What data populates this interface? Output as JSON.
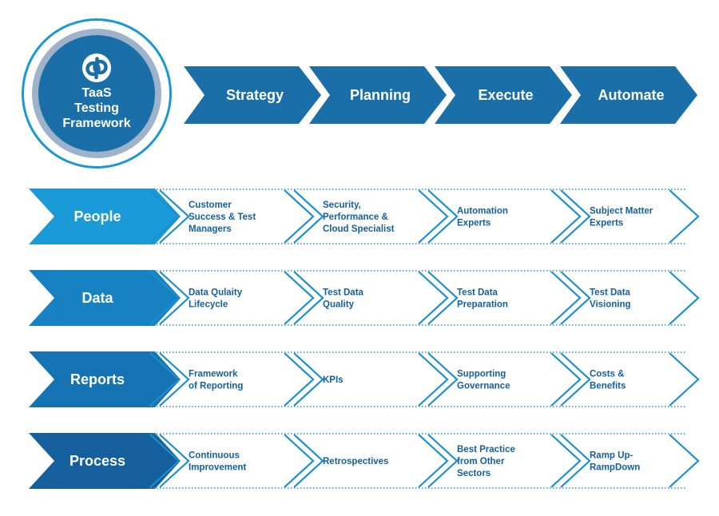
{
  "logo": {
    "icon": "dp-logo-icon",
    "title_lines": [
      "TaaS",
      "Testing",
      "Framework"
    ]
  },
  "phases": [
    "Strategy",
    "Planning",
    "Execute",
    "Automate"
  ],
  "rows": [
    {
      "label": "People",
      "color": "#1a9ad7",
      "items": [
        [
          "Customer",
          "Success & Test",
          "Managers"
        ],
        [
          "Security,",
          "Performance &",
          "Cloud Specialist"
        ],
        [
          "Automation",
          "Experts"
        ],
        [
          "Subject Matter",
          "Experts"
        ]
      ]
    },
    {
      "label": "Data",
      "color": "#1782c3",
      "items": [
        [
          "Data Qulaity",
          "Lifecycle"
        ],
        [
          "Test Data",
          "Quality"
        ],
        [
          "Test Data",
          "Preparation"
        ],
        [
          "Test Data",
          "Visioning"
        ]
      ]
    },
    {
      "label": "Reports",
      "color": "#1572b3",
      "items": [
        [
          "Framework",
          "of Reporting"
        ],
        [
          "KPIs"
        ],
        [
          "Supporting",
          "Governance"
        ],
        [
          "Costs &",
          "Benefits"
        ]
      ]
    },
    {
      "label": "Process",
      "color": "#145f9c",
      "items": [
        [
          "Continuous",
          "Improvement"
        ],
        [
          "Retrospectives"
        ],
        [
          "Best Practice",
          "from Other",
          "Sectors"
        ],
        [
          "Ramp Up-",
          "RampDown"
        ]
      ]
    }
  ],
  "colors": {
    "phase_fill": "#1a6fa9",
    "item_text": "#145f9c",
    "item_outline": "#1a8fd0",
    "dotted_line": "#2a8fcf"
  }
}
